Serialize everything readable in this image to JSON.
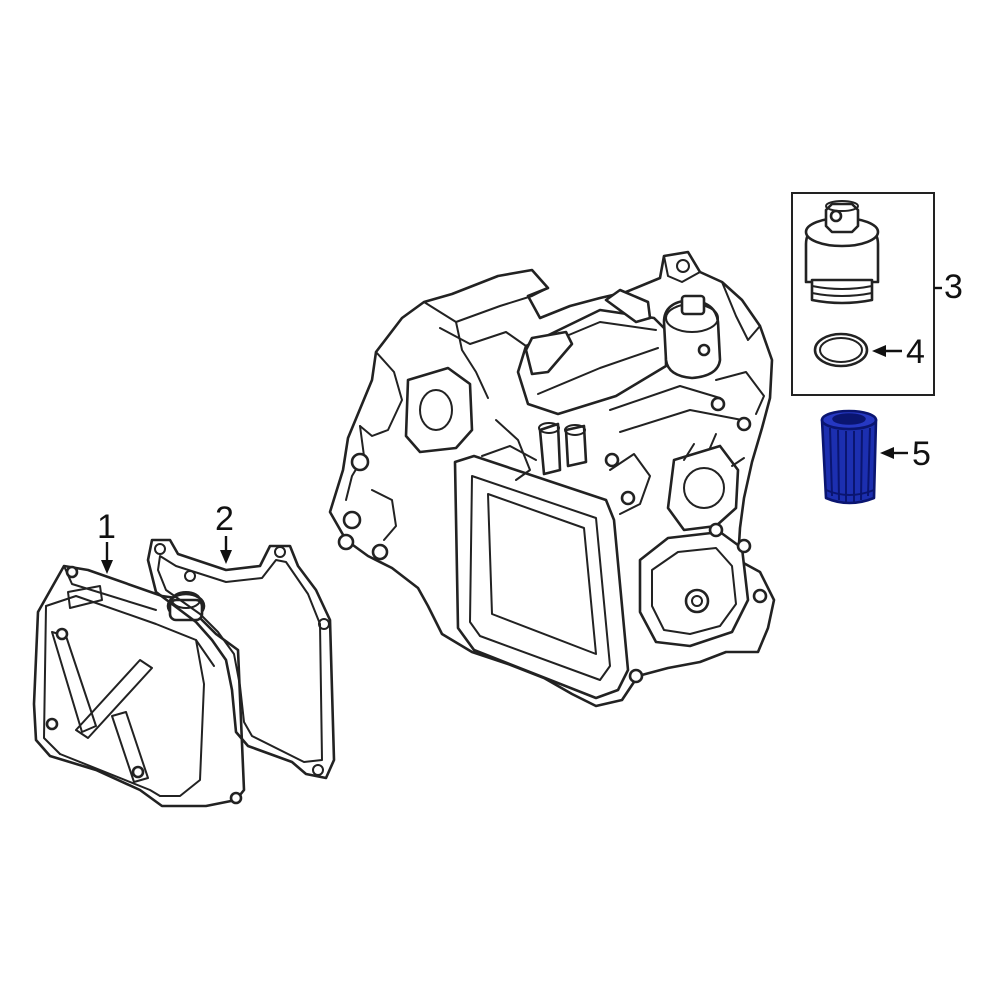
{
  "callouts": [
    {
      "number": "1",
      "part": "transmission-oil-pan"
    },
    {
      "number": "2",
      "part": "oil-pan-gasket"
    },
    {
      "number": "3",
      "part": "filter-housing-assembly"
    },
    {
      "number": "4",
      "part": "housing-seal-ring"
    },
    {
      "number": "5",
      "part": "transmission-filter"
    }
  ],
  "colors": {
    "line": "#222222",
    "highlight_fill": "#1c2fb0",
    "highlight_dark": "#0a1570",
    "background": "#ffffff"
  }
}
